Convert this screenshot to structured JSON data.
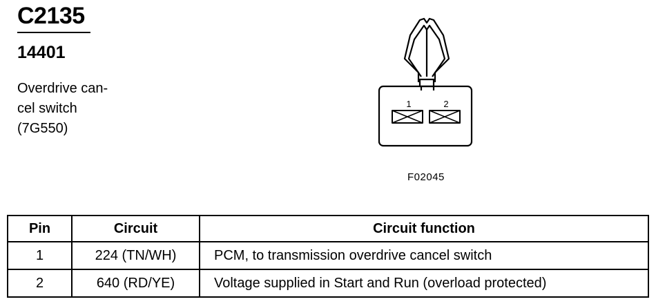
{
  "header": {
    "connector_id": "C2135",
    "part_number": "14401",
    "description_lines": [
      "Overdrive can-",
      "cel switch",
      "(7G550)"
    ]
  },
  "figure": {
    "code": "F02045",
    "pin_labels": [
      "1",
      "2"
    ]
  },
  "table": {
    "headers": [
      "Pin",
      "Circuit",
      "Circuit function"
    ],
    "rows": [
      {
        "pin": "1",
        "circuit": "224 (TN/WH)",
        "function": "PCM, to transmission overdrive cancel switch"
      },
      {
        "pin": "2",
        "circuit": "640 (RD/YE)",
        "function": "Voltage supplied in Start and Run (overload protected)"
      }
    ]
  }
}
